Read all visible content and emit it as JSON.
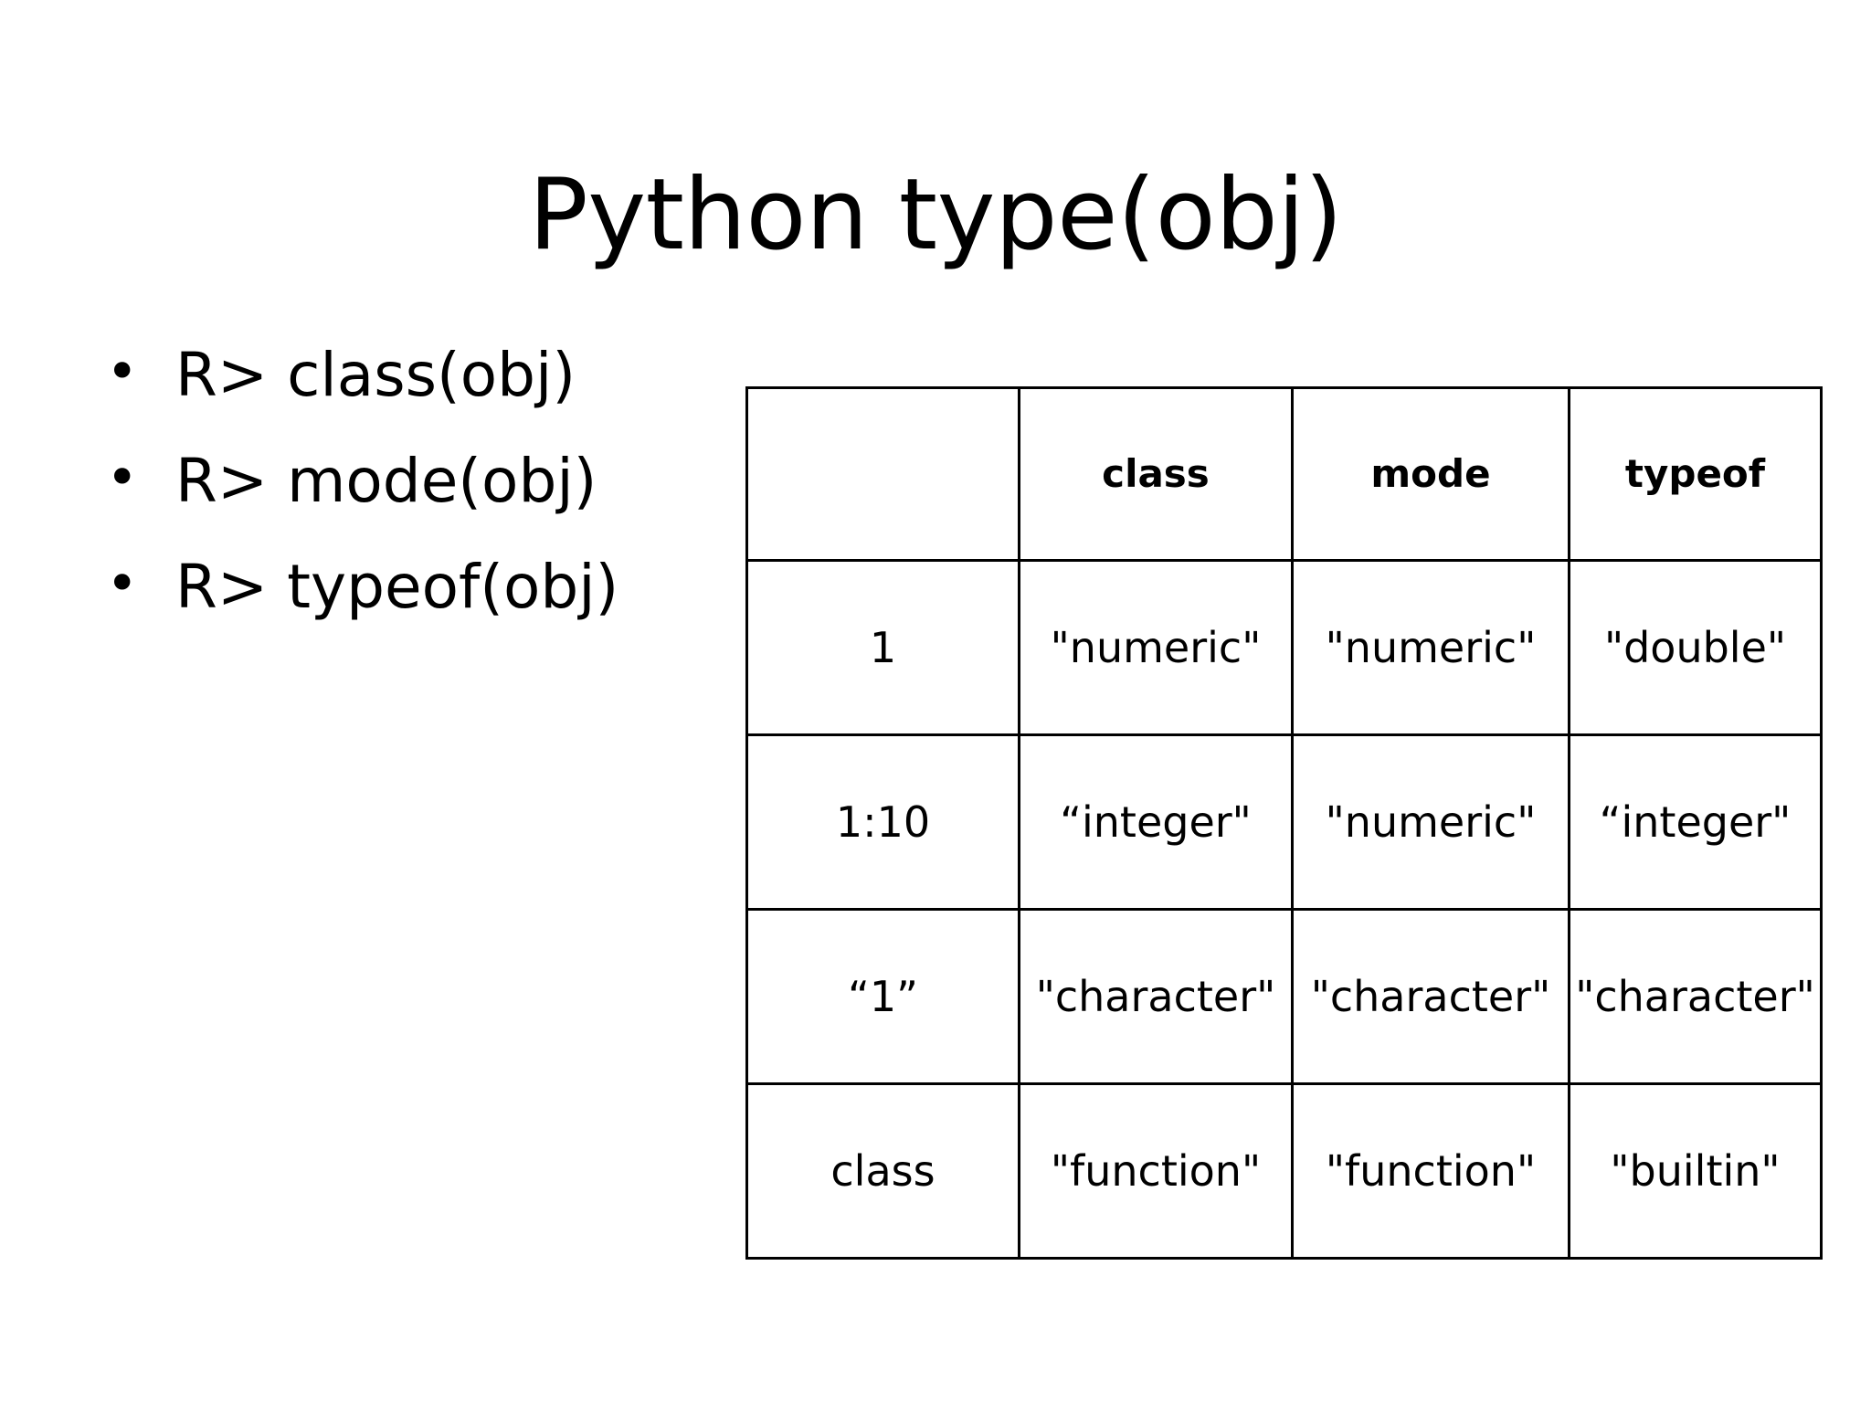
{
  "slide": {
    "title": "Python type(obj)",
    "background_color": "#ffffff",
    "text_color": "#000000"
  },
  "bullets": {
    "marker": "•",
    "items": [
      {
        "text": "R> class(obj)"
      },
      {
        "text": "R> mode(obj)"
      },
      {
        "text": "R> typeof(obj)"
      }
    ]
  },
  "table": {
    "border_color": "#000000",
    "columns": [
      "",
      "class",
      "mode",
      "typeof"
    ],
    "rows": [
      {
        "label": "1",
        "cells": [
          "\"numeric\"",
          "\"numeric\"",
          "\"double\""
        ]
      },
      {
        "label": "1:10",
        "cells": [
          "“integer\"",
          "\"numeric\"",
          "“integer\""
        ]
      },
      {
        "label": "“1”",
        "cells": [
          "\"character\"",
          "\"character\"",
          "\"character\""
        ]
      },
      {
        "label": "class",
        "cells": [
          "\"function\"",
          "\"function\"",
          "\"builtin\""
        ]
      }
    ]
  }
}
